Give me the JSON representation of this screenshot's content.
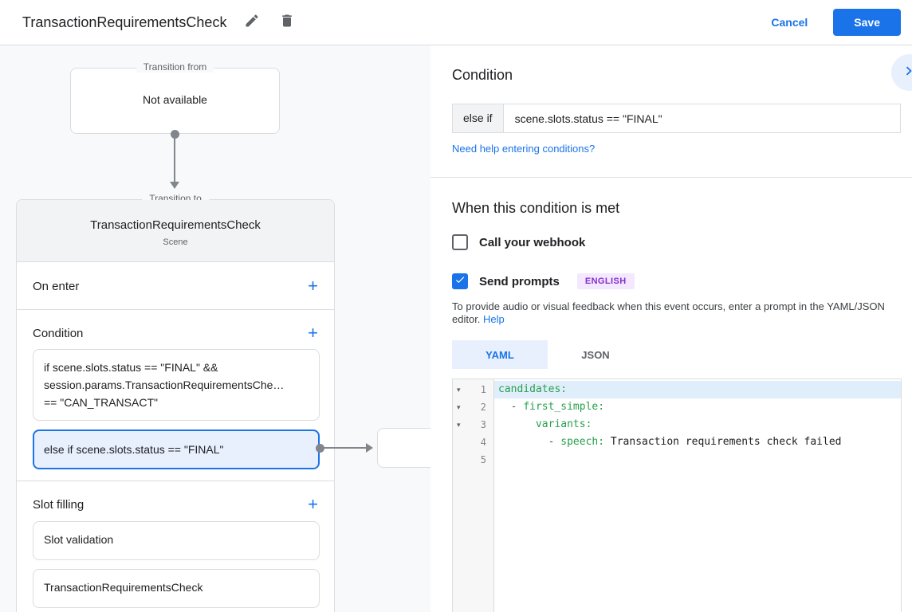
{
  "header": {
    "title": "TransactionRequirementsCheck",
    "cancel_label": "Cancel",
    "save_label": "Save"
  },
  "flow": {
    "transition_from": {
      "legend": "Transition from",
      "content": "Not available"
    },
    "transition_to": {
      "legend": "Transition to",
      "title": "TransactionRequirementsCheck",
      "subtitle": "Scene",
      "on_enter": {
        "label": "On enter",
        "add_label": "+"
      },
      "condition": {
        "label": "Condition",
        "add_label": "+",
        "boxes": [
          {
            "lines": [
              "if scene.slots.status == \"FINAL\" &&",
              "session.params.TransactionRequirementsChe…",
              "== \"CAN_TRANSACT\""
            ]
          },
          {
            "lines": [
              "else if scene.slots.status == \"FINAL\""
            ]
          }
        ]
      },
      "slot_filling": {
        "label": "Slot filling",
        "add_label": "+",
        "items": [
          "Slot validation",
          "TransactionRequirementsCheck"
        ]
      }
    }
  },
  "panel": {
    "title": "Condition",
    "condition_input": {
      "prefix": "else if",
      "value": "scene.slots.status == \"FINAL\""
    },
    "help_link": "Need help entering conditions?",
    "when_met": {
      "title": "When this condition is met",
      "webhook": {
        "label": "Call your webhook",
        "checked": false
      },
      "prompts": {
        "label": "Send prompts",
        "checked": true,
        "badge": "ENGLISH"
      },
      "description": "To provide audio or visual feedback when this event occurs, enter a prompt in the YAML/JSON editor.",
      "description_link": "Help"
    },
    "tabs": [
      {
        "label": "YAML",
        "active": true
      },
      {
        "label": "JSON",
        "active": false
      }
    ],
    "editor": {
      "lines": [
        {
          "num": "1",
          "fold": true,
          "highlight": true,
          "tokens": [
            [
              "key",
              "candidates:"
            ]
          ]
        },
        {
          "num": "2",
          "fold": true,
          "highlight": false,
          "tokens": [
            [
              "plain",
              "  "
            ],
            [
              "dash",
              "- "
            ],
            [
              "key",
              "first_simple:"
            ]
          ]
        },
        {
          "num": "3",
          "fold": true,
          "highlight": false,
          "tokens": [
            [
              "plain",
              "      "
            ],
            [
              "key",
              "variants:"
            ]
          ]
        },
        {
          "num": "4",
          "fold": false,
          "highlight": false,
          "tokens": [
            [
              "plain",
              "        "
            ],
            [
              "dash",
              "- "
            ],
            [
              "key",
              "speech:"
            ],
            [
              "plain",
              " Transaction requirements check failed"
            ]
          ]
        },
        {
          "num": "5",
          "fold": false,
          "highlight": false,
          "tokens": []
        }
      ]
    }
  },
  "colors": {
    "accent_blue": "#1a73e8",
    "selected_bg": "#e8f0fe",
    "canvas_bg": "#f8f9fa",
    "border": "#dadce0",
    "card_header_bg": "#f1f3f4",
    "badge_bg": "#f3e8fd",
    "badge_text": "#8430ce",
    "code_key_green": "#28a04e",
    "line_highlight": "#e0eefb"
  }
}
